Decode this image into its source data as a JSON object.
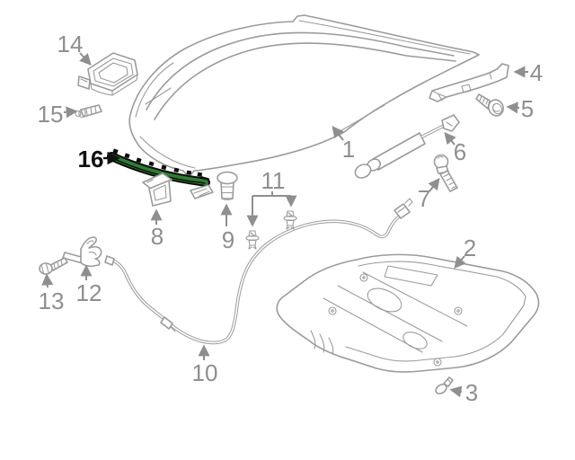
{
  "diagram": {
    "subject": "hood-exploded-parts-diagram",
    "highlighted_part": "16",
    "colors": {
      "background": "#ffffff",
      "line": "#9b9b9b",
      "label": "#8f8f8f",
      "highlight_fill": "#2e7d32",
      "highlight_outline": "#0d0d0d",
      "highlight_label": "#111111"
    }
  },
  "labels": {
    "p1": "1",
    "p2": "2",
    "p3": "3",
    "p4": "4",
    "p5": "5",
    "p6": "6",
    "p7": "7",
    "p8": "8",
    "p9": "9",
    "p10": "10",
    "p11": "11",
    "p12": "12",
    "p13": "13",
    "p14": "14",
    "p15": "15",
    "p16": "16"
  }
}
